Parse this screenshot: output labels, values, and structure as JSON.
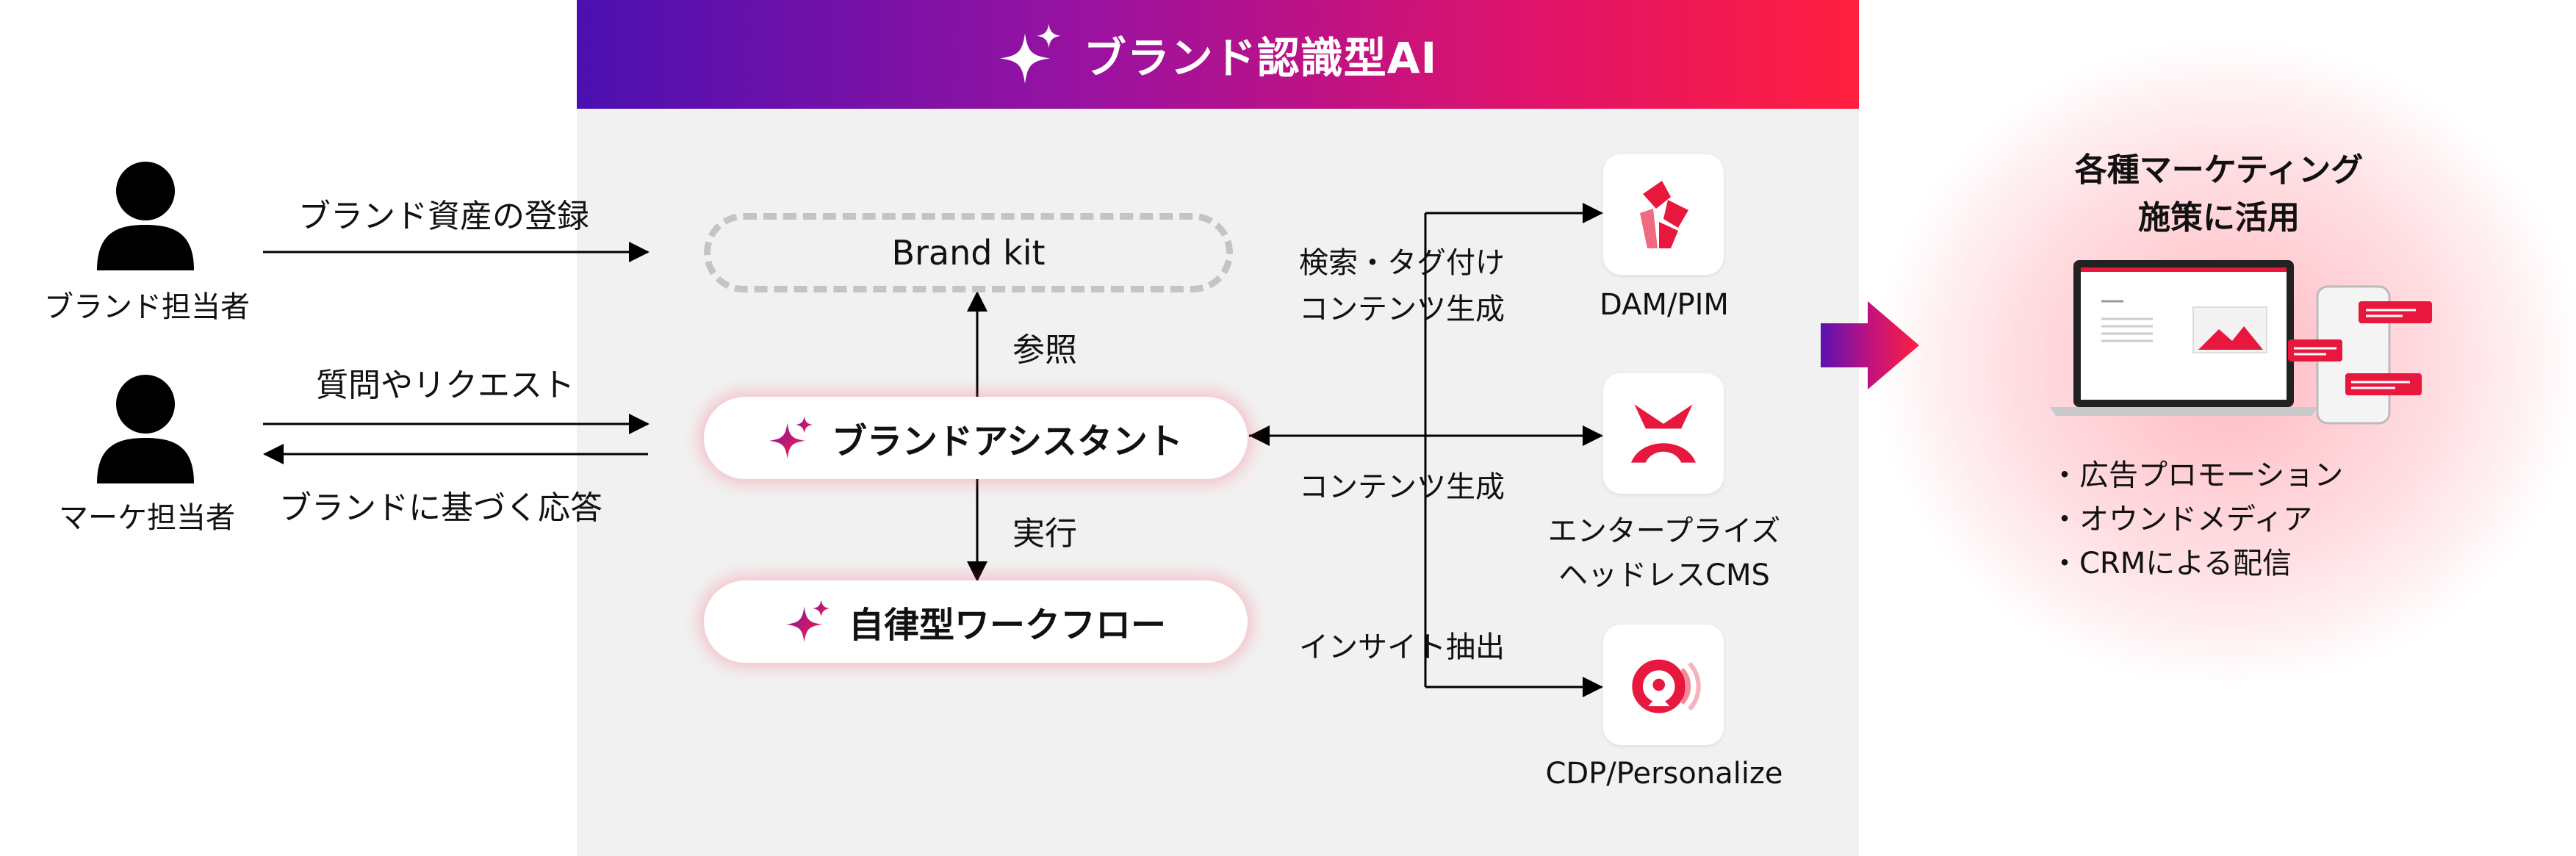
{
  "header": {
    "title": "ブランド認識型AI"
  },
  "actors": [
    {
      "label": "ブランド担当者"
    },
    {
      "label": "マーケ担当者"
    }
  ],
  "flows": {
    "register": "ブランド資産の登録",
    "request": "質問やリクエスト",
    "response": "ブランドに基づく応答",
    "reference": "参照",
    "execute": "実行"
  },
  "nodes": {
    "brand_kit": "Brand kit",
    "assistant": "ブランドアシスタント",
    "workflow": "自律型ワークフロー"
  },
  "connections": {
    "search_tag": "検索・タグ付け",
    "content_gen_1": "コンテンツ生成",
    "content_gen_2": "コンテンツ生成",
    "insight": "インサイト抽出"
  },
  "systems": [
    {
      "label": "DAM/PIM"
    },
    {
      "label_line1": "エンタープライズ",
      "label_line2": "ヘッドレスCMS"
    },
    {
      "label": "CDP/Personalize"
    }
  ],
  "marketing": {
    "title_line1": "各種マーケティング",
    "title_line2": "施策に活用",
    "bullets": [
      "・広告プロモーション",
      "・オウンドメディア",
      "・CRMによる配信"
    ]
  },
  "colors": {
    "accent": "#e8173e",
    "header_start": "#4b10b0",
    "header_end": "#ff1f3e",
    "panel": "#f1f1f1"
  }
}
